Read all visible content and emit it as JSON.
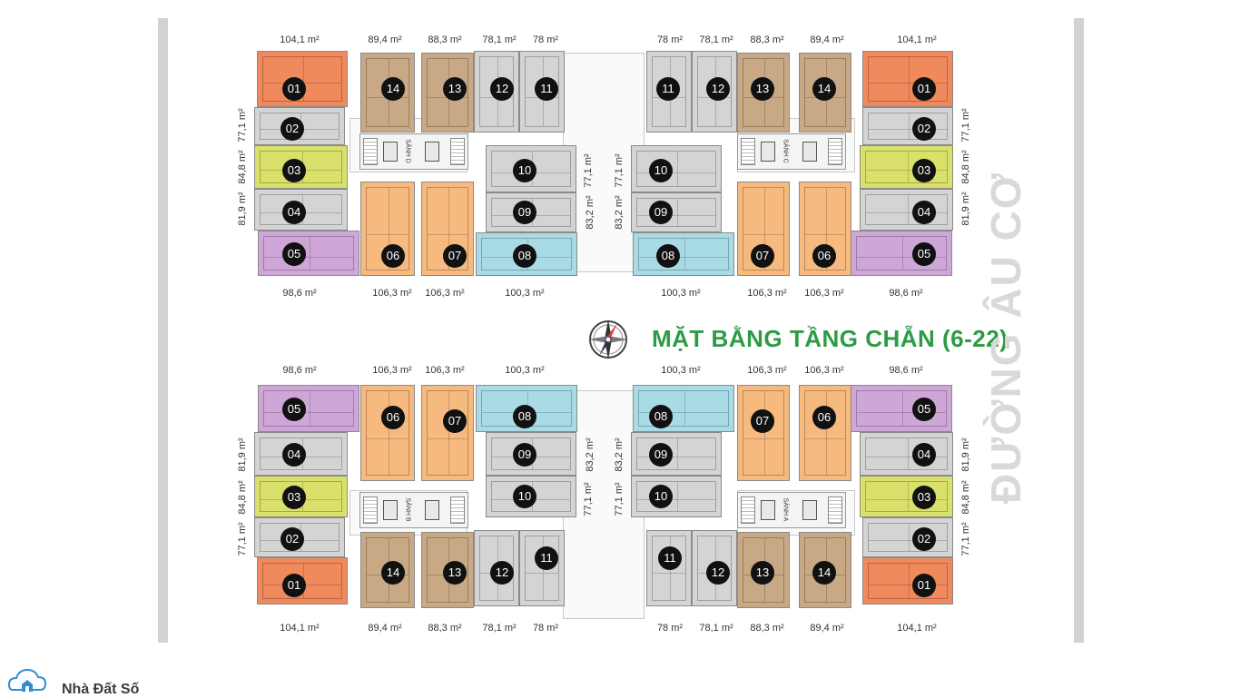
{
  "title": "MẶT BẰNG TẦNG CHẴN (6-22)",
  "street": "ĐƯỜNG ÂU CƠ",
  "watermark": {
    "brand": "Nhà Đất Số"
  },
  "colors": {
    "orange_red": "#f08a5d",
    "light_orange": "#f6b97e",
    "tan": "#c9a886",
    "grey": "#d4d4d4",
    "yellow_green": "#d9e16a",
    "lilac": "#cfa6d8",
    "light_blue": "#a9dbe6",
    "title_green": "#2d9b45",
    "logo_blue": "#2d8fd5"
  },
  "lobbies": {
    "a": "SẢNH A",
    "b": "SẢNH B",
    "c": "SẢNH C",
    "d": "SẢNH D"
  },
  "units": {
    "u01": "01",
    "u02": "02",
    "u03": "03",
    "u04": "04",
    "u05": "05",
    "u06": "06",
    "u07": "07",
    "u08": "08",
    "u09": "09",
    "u10": "10",
    "u11": "11",
    "u12": "12",
    "u13": "13",
    "u14": "14"
  },
  "areas": {
    "a01": "104,1 m²",
    "a02": "77,1 m²",
    "a03": "84,8 m²",
    "a04": "81,9 m²",
    "a05": "98,6 m²",
    "a06": "106,3 m²",
    "a07": "106,3 m²",
    "a08": "100,3 m²",
    "a09": "83,2 m²",
    "a10": "77,1 m²",
    "a11": "78 m²",
    "a12": "78,1 m²",
    "a13": "88,3 m²",
    "a14": "89,4 m²"
  }
}
